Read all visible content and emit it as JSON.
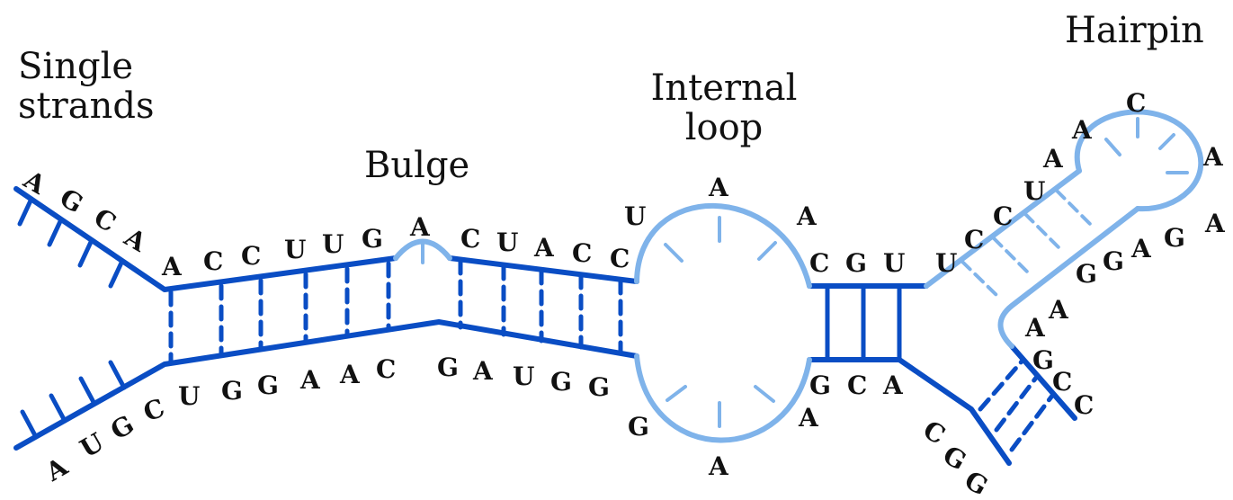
{
  "labels": {
    "single_strands_line1": "Single",
    "single_strands_line2": "strands",
    "bulge": "Bulge",
    "internal_loop_line1": "Internal",
    "internal_loop_line2": "loop",
    "hairpin": "Hairpin"
  },
  "colors": {
    "paired_strand": "#0a4dc4",
    "loop_strand": "#7fb3ea",
    "text": "#111111"
  },
  "nucleotides": {
    "top_strand": [
      "A",
      "G",
      "C",
      "A",
      "A",
      "C",
      "C",
      "U",
      "U",
      "G",
      "A",
      "C",
      "U",
      "A",
      "C",
      "C",
      "U",
      "A",
      "A",
      "C",
      "G",
      "U",
      "U",
      "C",
      "C",
      "U",
      "A",
      "A",
      "C",
      "A",
      "A",
      "G",
      "A",
      "G",
      "G",
      "A",
      "A",
      "G",
      "C",
      "C"
    ],
    "bottom_strand": [
      "A",
      "U",
      "G",
      "C",
      "U",
      "G",
      "G",
      "A",
      "A",
      "C",
      "G",
      "A",
      "U",
      "G",
      "G",
      "G",
      "A",
      "A",
      "G",
      "C",
      "A",
      "C",
      "G",
      "G"
    ]
  }
}
